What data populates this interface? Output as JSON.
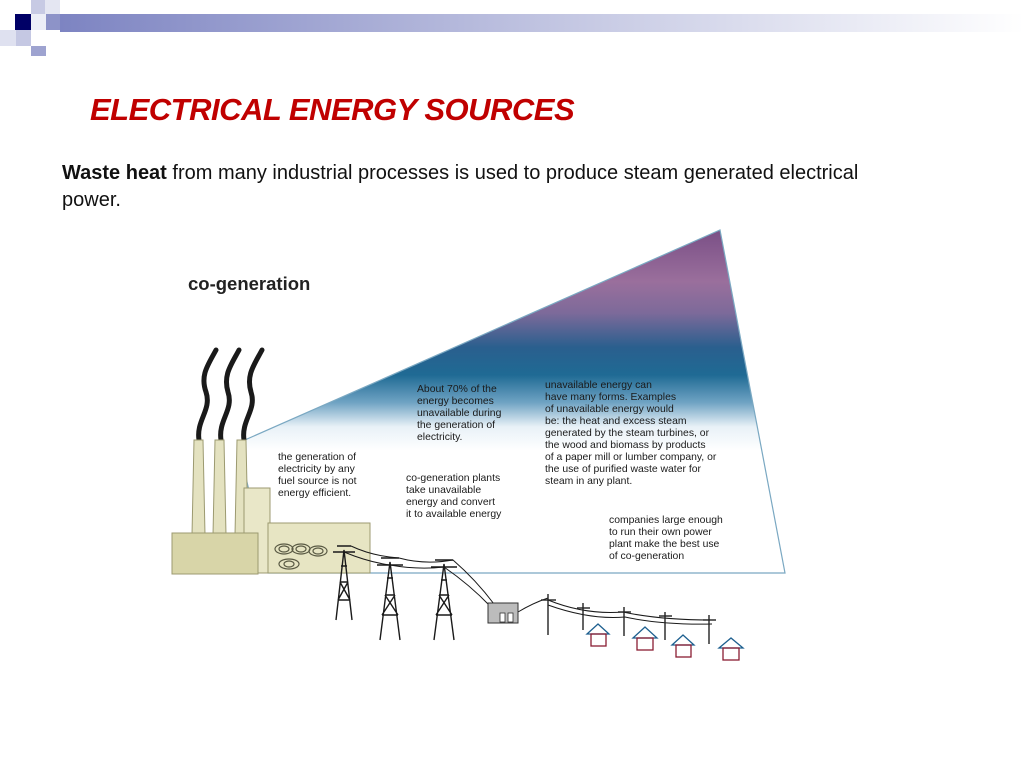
{
  "slide": {
    "title": "ELECTRICAL ENERGY SOURCES",
    "intro_bold": "Waste heat",
    "intro_rest": " from many industrial processes is used to produce steam generated electrical power."
  },
  "diagram": {
    "heading": "co-generation",
    "note_efficiency": [
      "the generation of",
      "electricity by any",
      "fuel source is not",
      "energy efficient."
    ],
    "note_unavailable": [
      "About 70% of the",
      "energy becomes",
      "unavailable during",
      "the generation of",
      "electricity."
    ],
    "note_cogen": [
      "co-generation plants",
      "take unavailable",
      "energy and convert",
      "it to available energy"
    ],
    "note_forms": [
      "unavailable energy can",
      "have many forms.  Examples",
      "of unavailable energy would",
      "be:  the heat and excess steam",
      "generated by the steam turbines, or",
      "the wood and biomass by products",
      "of a paper mill or lumber company, or",
      "the use of purified waste water for",
      "steam in any plant."
    ],
    "note_companies": [
      "companies large enough",
      "to run their own power",
      "plant make the best use",
      "of co-generation"
    ]
  },
  "colors": {
    "title": "#c00000",
    "beam_top": "#7a4f86",
    "beam_mid": "#1f6a94",
    "building": "#d8d5a8"
  }
}
